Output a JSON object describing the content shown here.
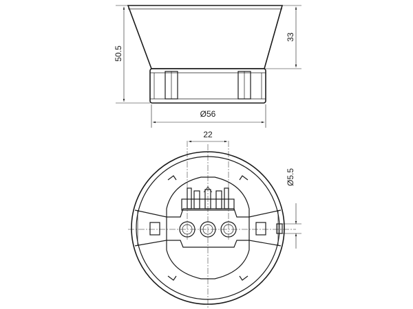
{
  "dimensions": {
    "overall_height": "50.5",
    "upper_height": "33",
    "diameter": "Ø56",
    "pin_spacing": "22",
    "hole_diameter": "Ø5.5"
  }
}
